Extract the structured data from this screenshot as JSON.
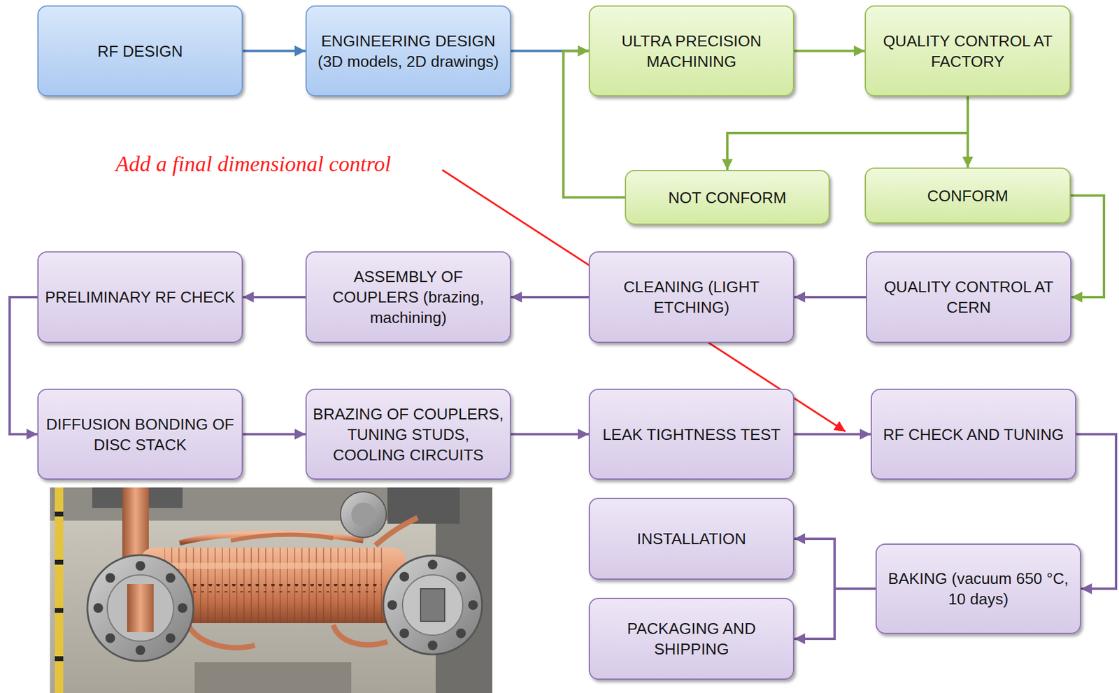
{
  "diagram": {
    "nodes": [
      {
        "text": [
          "RF DESIGN"
        ]
      },
      {
        "text": [
          "ENGINEERING DESIGN (3D models, 2D drawings)"
        ]
      },
      {
        "text": [
          "ULTRA PRECISION MACHINING"
        ]
      },
      {
        "text": [
          "QUALITY CONTROL AT FACTORY"
        ]
      },
      {
        "text": [
          "NOT CONFORM"
        ]
      },
      {
        "text": [
          "CONFORM"
        ]
      },
      {
        "text": [
          "PRELIMINARY RF CHECK"
        ]
      },
      {
        "text": [
          "ASSEMBLY OF COUPLERS (brazing, machining)"
        ]
      },
      {
        "text": [
          "CLEANING (LIGHT ETCHING)"
        ]
      },
      {
        "text": [
          "QUALITY CONTROL AT CERN"
        ]
      },
      {
        "text": [
          "DIFFUSION BONDING OF DISC STACK"
        ]
      },
      {
        "text": [
          "BRAZING OF COUPLERS, TUNING STUDS, COOLING CIRCUITS"
        ]
      },
      {
        "text": [
          "LEAK TIGHTNESS TEST"
        ]
      },
      {
        "text": [
          "RF CHECK AND TUNING"
        ]
      },
      {
        "text": [
          "INSTALLATION"
        ]
      },
      {
        "text": [
          "BAKING (vacuum 650 °C, 10 days)"
        ]
      },
      {
        "text": [
          "PACKAGING AND SHIPPING"
        ]
      }
    ],
    "edges": [
      {
        "from": 0,
        "to": 1,
        "arrow": "to"
      },
      {
        "from": 1,
        "to": 2,
        "arrow": "to"
      },
      {
        "from": 2,
        "to": 3,
        "arrow": "to"
      },
      {
        "from": 3,
        "to": 4,
        "arrow": "to"
      },
      {
        "from": 3,
        "to": 5,
        "arrow": "to"
      },
      {
        "from": 4,
        "to": 2,
        "arrow": "to"
      },
      {
        "from": 5,
        "to": 9,
        "arrow": "to"
      },
      {
        "from": 9,
        "to": 8,
        "arrow": "to"
      },
      {
        "from": 8,
        "to": 7,
        "arrow": "to"
      },
      {
        "from": 7,
        "to": 6,
        "arrow": "to"
      },
      {
        "from": 6,
        "to": 10,
        "arrow": "to"
      },
      {
        "from": 10,
        "to": 11,
        "arrow": "to"
      },
      {
        "from": 11,
        "to": 12,
        "arrow": "to"
      },
      {
        "from": 12,
        "to": 13,
        "arrow": "to"
      },
      {
        "from": 13,
        "to": 15,
        "arrow": "to"
      },
      {
        "from": 15,
        "to": 14,
        "arrow": "to"
      },
      {
        "from": 15,
        "to": 16,
        "arrow": "to"
      }
    ],
    "labels": [
      "Add a final dimensional control"
    ]
  }
}
